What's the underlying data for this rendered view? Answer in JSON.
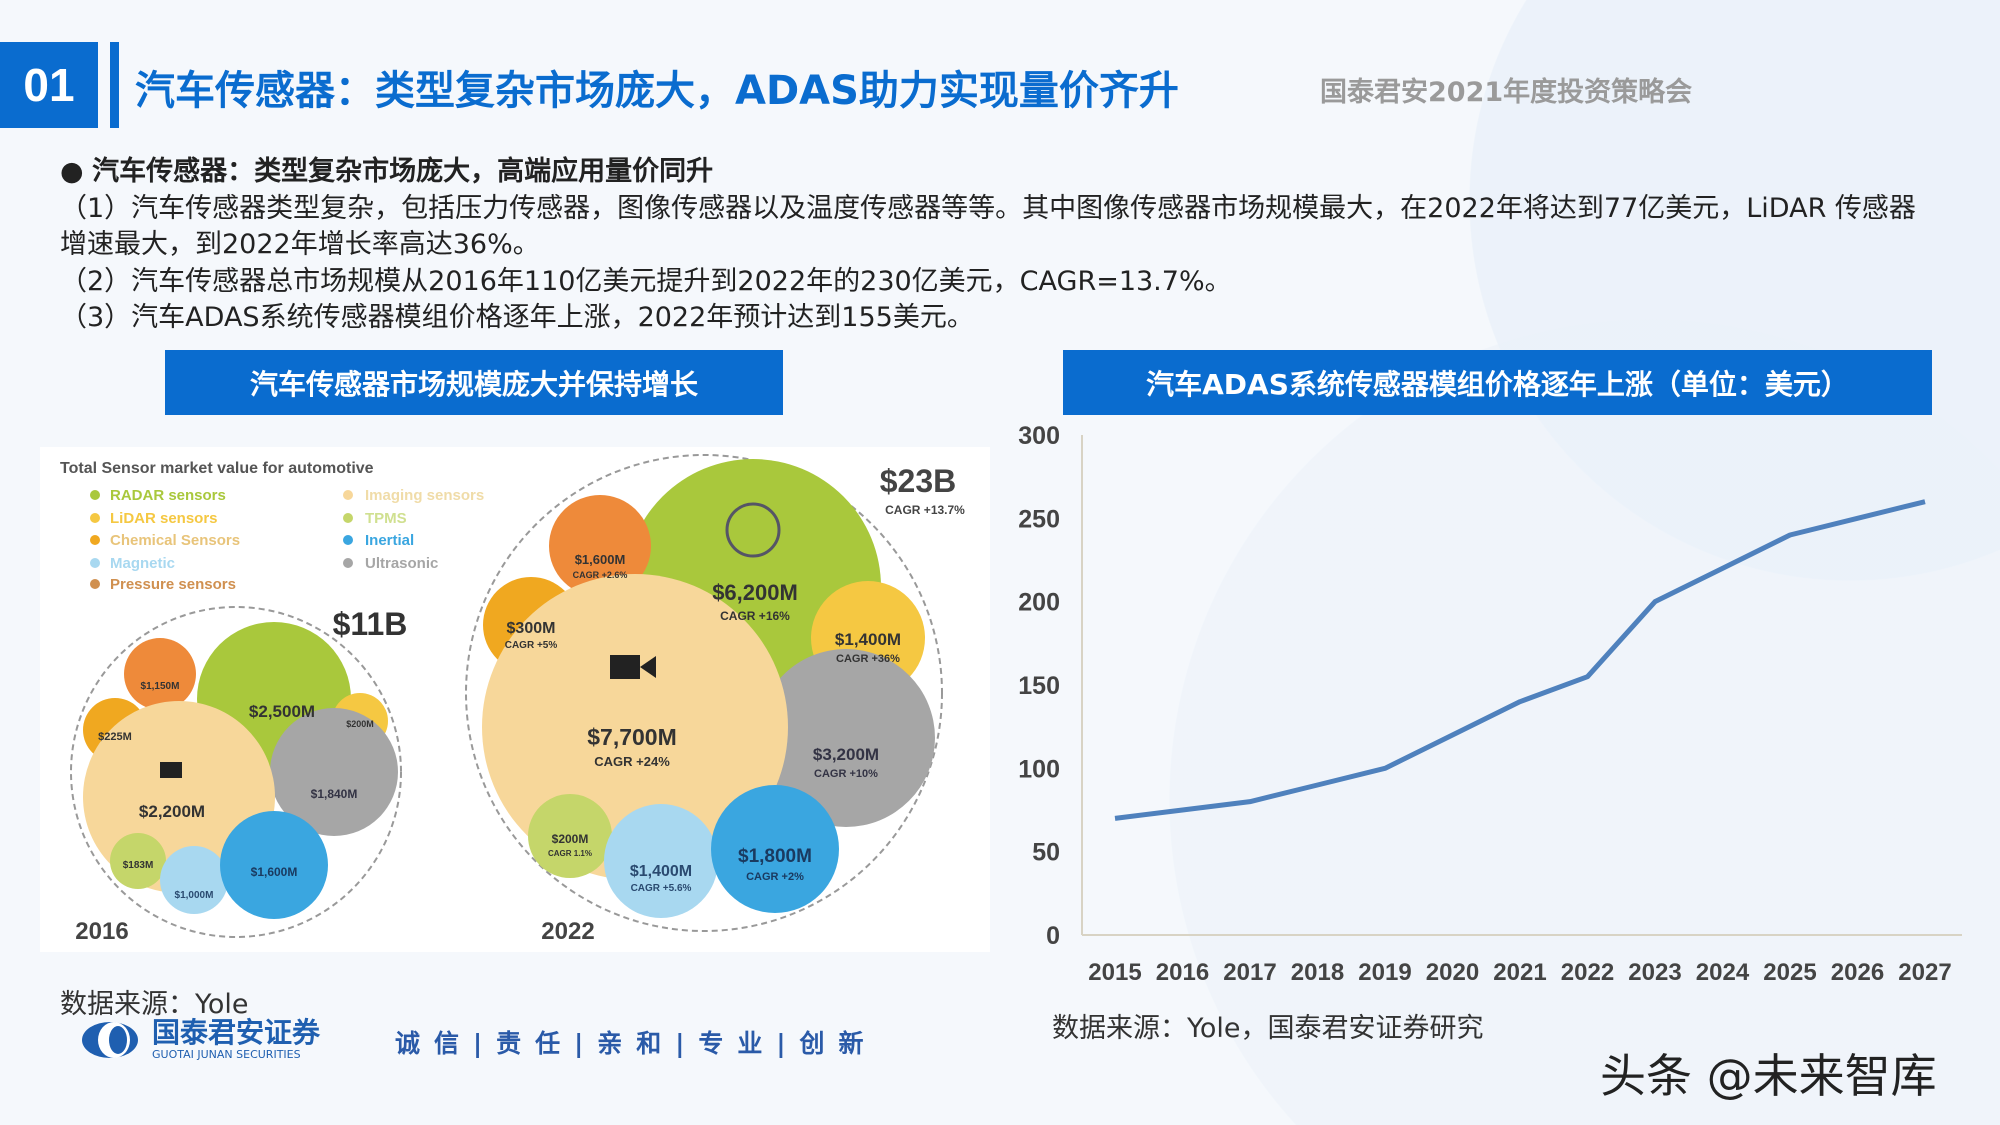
{
  "header": {
    "number": "01",
    "title": "汽车传感器：类型复杂市场庞大，ADAS助力实现量价齐升",
    "subtitle": "国泰君安2021年度投资策略会"
  },
  "body": {
    "heading": "汽车传感器：类型复杂市场庞大，高端应用量价同升",
    "lines": [
      "（1）汽车传感器类型复杂，包括压力传感器，图像传感器以及温度传感器等等。其中图像传感器市场规模最大，在2022年将达到77亿美元，LiDAR 传感器增速最大，到2022年增长率高达36%。",
      "（2）汽车传感器总市场规模从2016年110亿美元提升到2022年的230亿美元，CAGR=13.7%。",
      "（3）汽车ADAS系统传感器模组价格逐年上涨，2022年预计达到155美元。"
    ]
  },
  "left_panel": {
    "banner": "汽车传感器市场规模庞大并保持增长",
    "source": "数据来源：Yole",
    "figure": {
      "title": "Total Sensor market value for automotive",
      "legend": [
        "RADAR sensors",
        "LiDAR sensors",
        "Chemical Sensors",
        "Magnetic",
        "Pressure sensors",
        "Imaging sensors",
        "TPMS",
        "Inertial",
        "Ultrasonic"
      ],
      "colors": {
        "radar": "#a9c83c",
        "lidar": "#f5c842",
        "chemical": "#f0a820",
        "magnetic": "#a8d8f0",
        "pressure": "#ee8a3a",
        "imaging": "#f7d79a",
        "tpms": "#c5d66a",
        "inertial": "#3aa6e0",
        "ultrasonic": "#a6a6a6"
      },
      "y2016": {
        "year": "2016",
        "total": "$11B",
        "radar": "$2,500M",
        "imaging": "$2,200M",
        "pressure": "$1,150M",
        "chemical": "$225M",
        "lidar": "$200M",
        "ultrasonic": "$1,840M",
        "tpms": "$183M",
        "magnetic": "$1,000M",
        "inertial": "$1,600M"
      },
      "y2022": {
        "year": "2022",
        "total": "$23B",
        "total_cagr": "CAGR +13.7%",
        "radar": "$6,200M",
        "radar_cagr": "CAGR +16%",
        "imaging": "$7,700M",
        "imaging_cagr": "CAGR +24%",
        "pressure": "$1,600M",
        "pressure_cagr": "CAGR +2.6%",
        "chemical": "$300M",
        "chemical_cagr": "CAGR +5%",
        "lidar": "$1,400M",
        "lidar_cagr": "CAGR +36%",
        "ultrasonic": "$3,200M",
        "ultrasonic_cagr": "CAGR +10%",
        "tpms": "$200M",
        "tpms_cagr": "CAGR 1.1%",
        "magnetic": "$1,400M",
        "magnetic_cagr": "CAGR +5.6%",
        "inertial": "$1,800M",
        "inertial_cagr": "CAGR +2%"
      }
    }
  },
  "right_panel": {
    "banner": "汽车ADAS系统传感器模组价格逐年上涨（单位：美元）",
    "source": "数据来源：Yole，国泰君安证券研究"
  },
  "chart_data": {
    "type": "line",
    "categories": [
      "2015",
      "2016",
      "2017",
      "2018",
      "2019",
      "2020",
      "2021",
      "2022",
      "2023",
      "2024",
      "2025",
      "2026",
      "2027"
    ],
    "values": [
      70,
      75,
      80,
      90,
      100,
      120,
      140,
      155,
      200,
      220,
      240,
      250,
      260
    ],
    "ylim": [
      0,
      300
    ],
    "yticks": [
      "0",
      "50",
      "100",
      "150",
      "200",
      "250",
      "300"
    ],
    "grid": false,
    "line_color": "#4f81bd"
  },
  "footer": {
    "logo_cn": "国泰君安证券",
    "logo_en": "GUOTAI JUNAN SECURITIES",
    "slogan": "诚信|责任|亲和|专业|创新",
    "watermark": "头条 @未来智库"
  }
}
